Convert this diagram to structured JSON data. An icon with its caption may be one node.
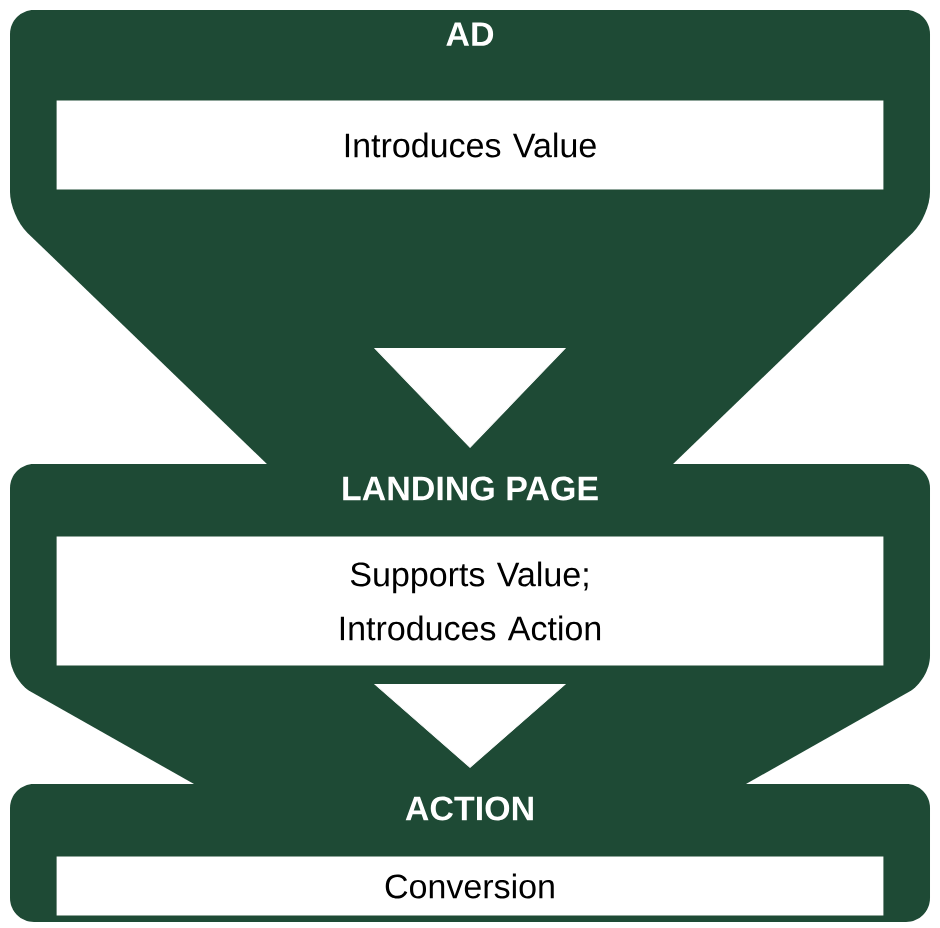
{
  "diagram": {
    "nodes": [
      {
        "text": [
          "AD"
        ]
      },
      {
        "text": [
          "Introduces Value"
        ],
        "in": 0
      },
      {
        "text": [
          "LANDING PAGE"
        ]
      },
      {
        "text": [
          "Supports Value; Introduces Action"
        ],
        "in": 2
      },
      {
        "text": [
          "ACTION"
        ]
      },
      {
        "text": [
          "Conversion"
        ],
        "in": 4
      }
    ],
    "edges": [
      {
        "from": 0,
        "to": 2,
        "arrow": "to"
      },
      {
        "from": 2,
        "to": 4,
        "arrow": "to"
      }
    ]
  }
}
